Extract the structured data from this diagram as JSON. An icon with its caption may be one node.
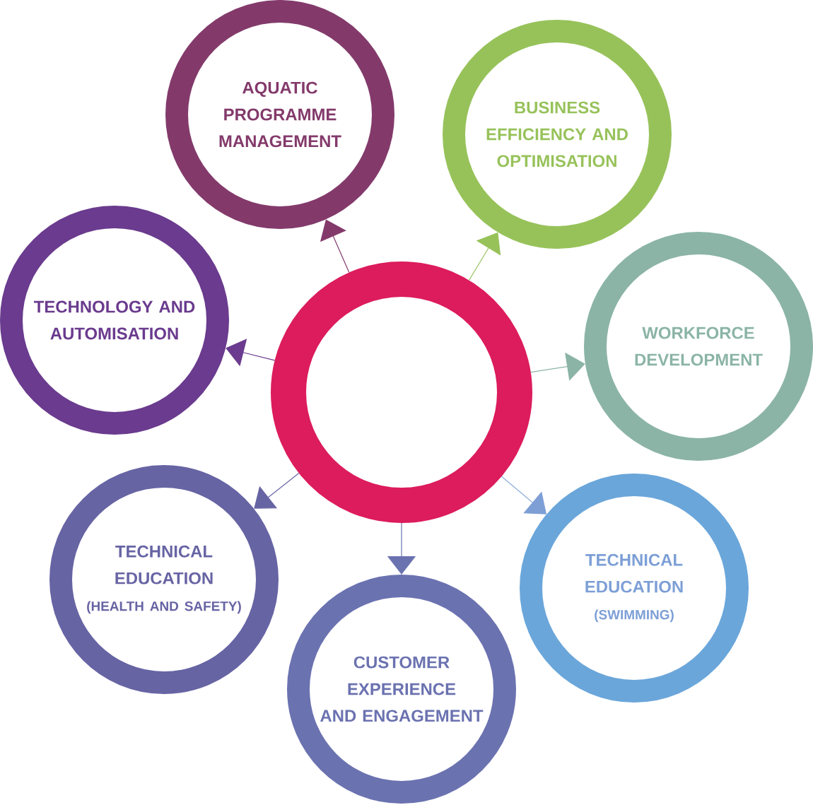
{
  "diagram": {
    "nodes": [
      {
        "text": [],
        "shape": "circle"
      },
      {
        "text": [
          "AQUATIC PROGRAMME MANAGEMENT"
        ]
      },
      {
        "text": [
          "BUSINESS EFFICIENCY AND OPTIMISATION"
        ]
      },
      {
        "text": [
          "WORKFORCE DEVELOPMENT"
        ]
      },
      {
        "text": [
          "TECHNICAL EDUCATION",
          "(SWIMMING)"
        ]
      },
      {
        "text": [
          "CUSTOMER EXPERIENCE AND ENGAGEMENT"
        ]
      },
      {
        "text": [
          "TECHNICAL EDUCATION",
          "(HEALTH AND SAFETY)"
        ]
      },
      {
        "text": [
          "TECHNOLOGY AND AUTOMISATION"
        ]
      }
    ],
    "edges": [
      {
        "from": 0,
        "to": 1,
        "arrow": "to",
        "color": "#833a6b"
      },
      {
        "from": 0,
        "to": 2,
        "arrow": "to",
        "color": "#97c25a"
      },
      {
        "from": 0,
        "to": 3,
        "arrow": "to",
        "color": "#8bb4a6"
      },
      {
        "from": 0,
        "to": 4,
        "arrow": "to",
        "color": "#7d9fd6"
      },
      {
        "from": 0,
        "to": 5,
        "arrow": "to",
        "color": "#6b72b0"
      },
      {
        "from": 0,
        "to": 6,
        "arrow": "to",
        "color": "#6764a4"
      },
      {
        "from": 0,
        "to": 7,
        "arrow": "to",
        "color": "#6a3b8e"
      }
    ]
  }
}
